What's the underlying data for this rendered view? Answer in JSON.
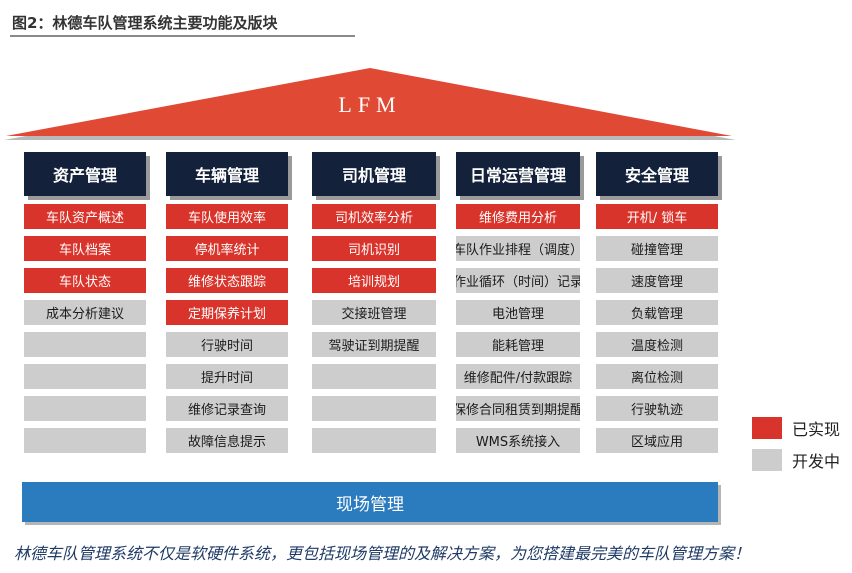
{
  "figure_title": "图2：林德车队管理系统主要功能及版块",
  "roof_label": "LFM",
  "colors": {
    "implemented": "#d9342b",
    "in_development": "#cdcdcd",
    "header": "#13213a",
    "base": "#2b7bbf",
    "roof": "#e04a34"
  },
  "columns": [
    {
      "title": "资产管理",
      "items": [
        {
          "label": "车队资产概述",
          "status": "done"
        },
        {
          "label": "车队档案",
          "status": "done"
        },
        {
          "label": "车队状态",
          "status": "done"
        },
        {
          "label": "成本分析建议",
          "status": "dev"
        },
        {
          "label": "",
          "status": "dev"
        },
        {
          "label": "",
          "status": "dev"
        },
        {
          "label": "",
          "status": "dev"
        },
        {
          "label": "",
          "status": "dev"
        }
      ]
    },
    {
      "title": "车辆管理",
      "items": [
        {
          "label": "车队使用效率",
          "status": "done"
        },
        {
          "label": "停机率统计",
          "status": "done"
        },
        {
          "label": "维修状态跟踪",
          "status": "done"
        },
        {
          "label": "定期保养计划",
          "status": "done"
        },
        {
          "label": "行驶时间",
          "status": "dev"
        },
        {
          "label": "提升时间",
          "status": "dev"
        },
        {
          "label": "维修记录查询",
          "status": "dev"
        },
        {
          "label": "故障信息提示",
          "status": "dev"
        }
      ]
    },
    {
      "title": "司机管理",
      "items": [
        {
          "label": "司机效率分析",
          "status": "done"
        },
        {
          "label": "司机识别",
          "status": "done"
        },
        {
          "label": "培训规划",
          "status": "done"
        },
        {
          "label": "交接班管理",
          "status": "dev"
        },
        {
          "label": "驾驶证到期提醒",
          "status": "dev"
        },
        {
          "label": "",
          "status": "dev"
        },
        {
          "label": "",
          "status": "dev"
        },
        {
          "label": "",
          "status": "dev"
        }
      ]
    },
    {
      "title": "日常运营管理",
      "items": [
        {
          "label": "维修费用分析",
          "status": "done"
        },
        {
          "label": "车队作业排程（调度）",
          "status": "dev"
        },
        {
          "label": "作业循环（时间）记录",
          "status": "dev"
        },
        {
          "label": "电池管理",
          "status": "dev"
        },
        {
          "label": "能耗管理",
          "status": "dev"
        },
        {
          "label": "维修配件/付款跟踪",
          "status": "dev"
        },
        {
          "label": "保修合同租赁到期提醒",
          "status": "dev"
        },
        {
          "label": "WMS系统接入",
          "status": "dev"
        }
      ]
    },
    {
      "title": "安全管理",
      "items": [
        {
          "label": "开机/ 锁车",
          "status": "done"
        },
        {
          "label": "碰撞管理",
          "status": "dev"
        },
        {
          "label": "速度管理",
          "status": "dev"
        },
        {
          "label": "负载管理",
          "status": "dev"
        },
        {
          "label": "温度检测",
          "status": "dev"
        },
        {
          "label": "离位检测",
          "status": "dev"
        },
        {
          "label": "行驶轨迹",
          "status": "dev"
        },
        {
          "label": "区域应用",
          "status": "dev"
        }
      ]
    }
  ],
  "base_label": "现场管理",
  "legend": [
    {
      "label": "已实现",
      "status": "done"
    },
    {
      "label": "开发中",
      "status": "dev"
    }
  ],
  "footer_text": "林德车队管理系统不仅是软硬件系统，更包括现场管理的及解决方案，为您搭建最完美的车队管理方案！"
}
